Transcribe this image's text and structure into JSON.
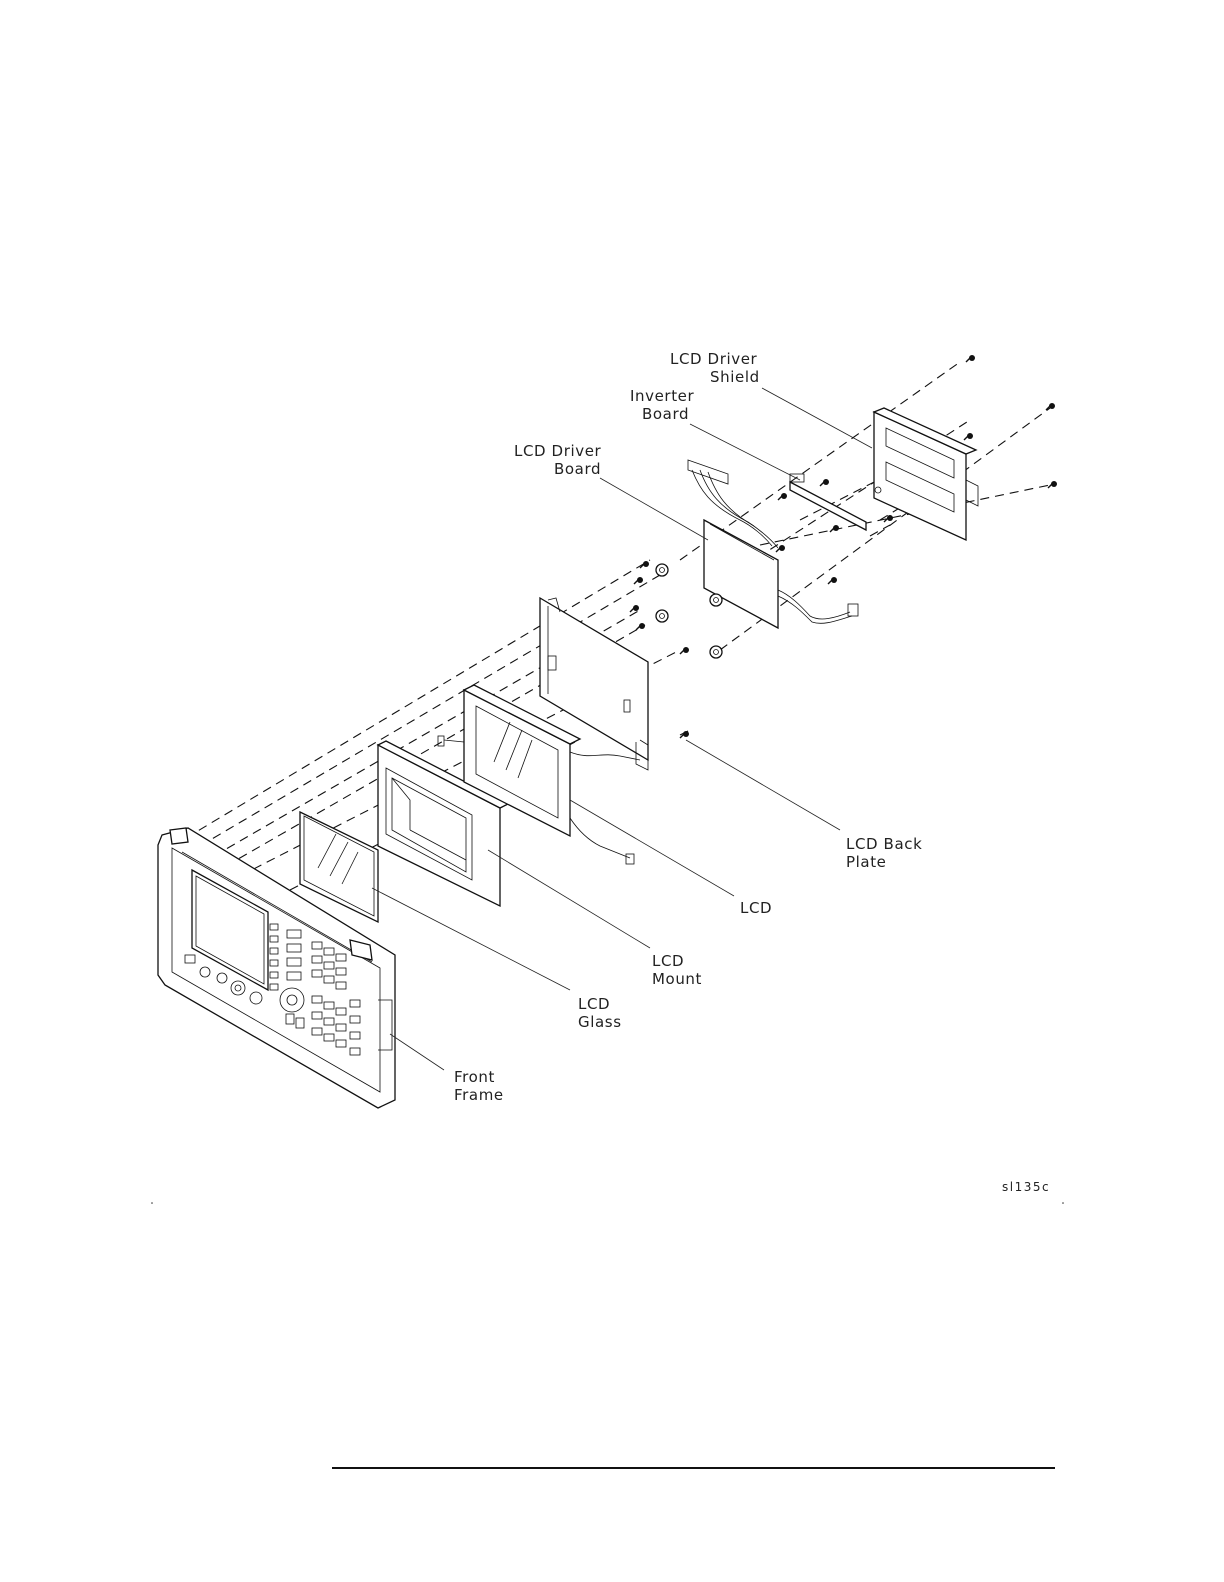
{
  "labels": {
    "lcd_driver_shield": [
      "LCD  Driver",
      "Shield"
    ],
    "inverter_board": [
      "Inverter",
      "Board"
    ],
    "lcd_driver_board": [
      "LCD  Driver",
      "Board"
    ],
    "lcd_back_plate": [
      "LCD  Back",
      "Plate"
    ],
    "lcd": [
      "LCD"
    ],
    "lcd_mount": [
      "LCD",
      "Mount"
    ],
    "lcd_glass": [
      "LCD",
      "Glass"
    ],
    "front_frame": [
      "Front",
      "Frame"
    ]
  },
  "figure_id": "sl135c"
}
